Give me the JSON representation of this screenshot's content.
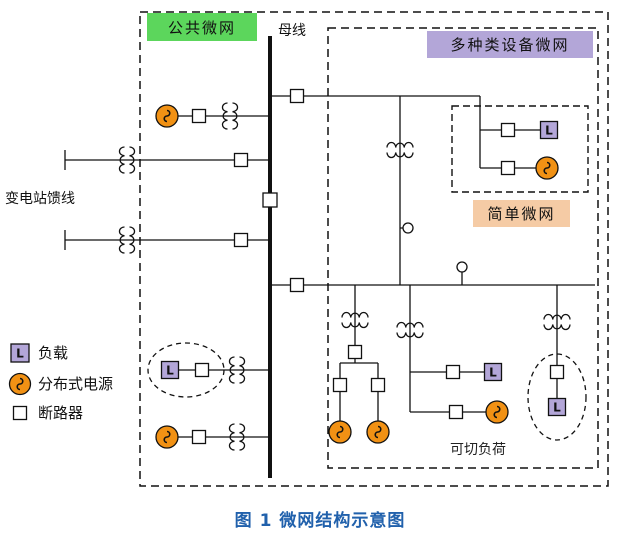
{
  "labels": {
    "public_microgrid": "公共微网",
    "bus": "母线",
    "multi_device_microgrid": "多种类设备微网",
    "simple_microgrid": "简单微网",
    "substation_feeder": "变电站馈线",
    "sheddable_load": "可切负荷"
  },
  "legend": {
    "load": "负载",
    "distributed_generation": "分布式电源",
    "circuit_breaker": "断路器"
  },
  "symbols": {
    "load_letter": "L"
  },
  "caption": "图 1  微网结构示意图",
  "colors": {
    "load_fill": "#b3a6d8",
    "generator_fill": "#f19114",
    "public_microgrid_bg": "#5cd65c",
    "multi_device_bg": "#b3a6d8",
    "simple_microgrid_bg": "#f5cba5",
    "caption_text": "#2161ac",
    "line_color": "#111111"
  }
}
